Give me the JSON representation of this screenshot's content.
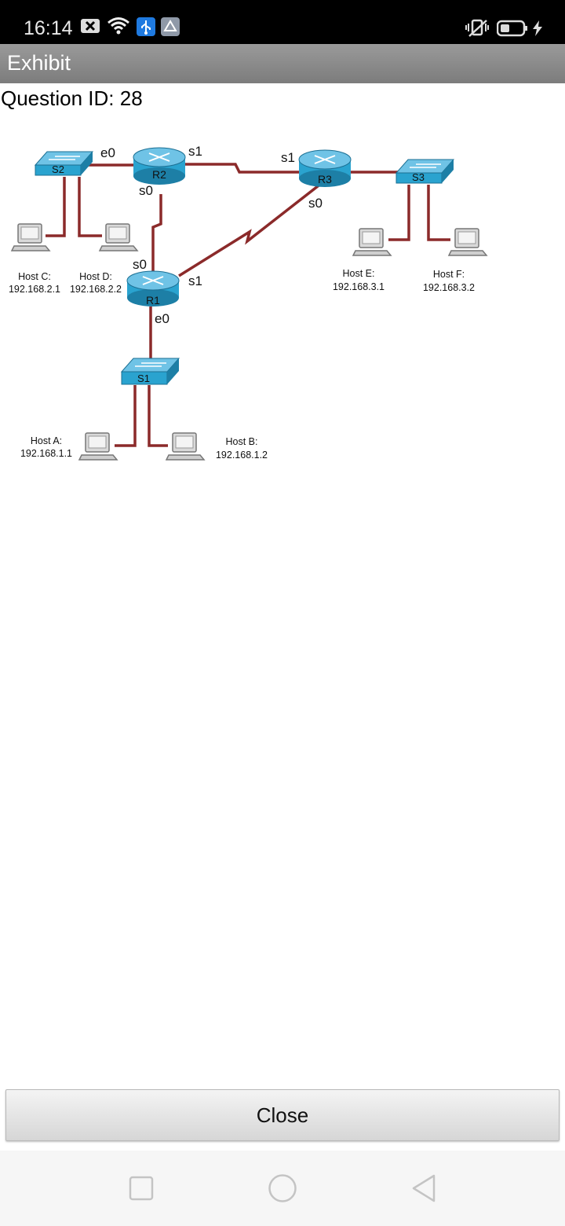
{
  "status_bar": {
    "time": "16:14",
    "icons": [
      "notification-x-icon",
      "wifi-icon",
      "usb-icon",
      "drive-icon",
      "vibrate-icon",
      "battery-icon",
      "charging-icon"
    ]
  },
  "titlebar": {
    "title": "Exhibit"
  },
  "question": {
    "label": "Question ID: 28"
  },
  "diagram": {
    "routers": [
      "R1",
      "R2",
      "R3"
    ],
    "switches": [
      "S1",
      "S2",
      "S3"
    ],
    "interfaces": {
      "r2_e0": "e0",
      "r2_s1": "s1",
      "r2_s0": "s0",
      "r3_s1": "s1",
      "r3_s0": "s0",
      "r1_s0": "s0",
      "r1_s1": "s1",
      "r1_e0": "e0"
    },
    "hosts": [
      {
        "name": "Host A:",
        "ip": "192.168.1.1"
      },
      {
        "name": "Host B:",
        "ip": "192.168.1.2"
      },
      {
        "name": "Host C:",
        "ip": "192.168.2.1"
      },
      {
        "name": "Host D:",
        "ip": "192.168.2.2"
      },
      {
        "name": "Host E:",
        "ip": "192.168.3.1"
      },
      {
        "name": "Host F:",
        "ip": "192.168.3.2"
      }
    ],
    "link_color": "#8b2a2a",
    "device_color": "#2aa3cf"
  },
  "footer": {
    "close_label": "Close"
  },
  "nav": {
    "icons": [
      "recent-apps-icon",
      "home-icon",
      "back-icon"
    ]
  }
}
